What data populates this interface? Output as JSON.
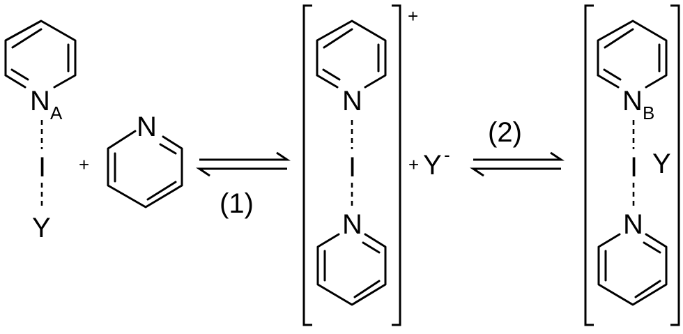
{
  "scheme": {
    "reactant": {
      "nitrogen": "N",
      "nitrogen_subscript": "A",
      "iodine": "I",
      "anion": "Y"
    },
    "plus_1": "+",
    "pyridine_nitrogen": "N",
    "step_1_label": "(1)",
    "cation_complex": {
      "nitrogen_top": "N",
      "iodine": "I",
      "nitrogen_bottom": "N",
      "charge": "+"
    },
    "plus_2": "+",
    "free_anion": "Y",
    "free_anion_charge": "-",
    "step_2_label": "(2)",
    "ion_pair": {
      "nitrogen_top": "N",
      "nitrogen_subscript": "B",
      "iodine": "I",
      "anion": "Y",
      "nitrogen_bottom": "N"
    }
  }
}
